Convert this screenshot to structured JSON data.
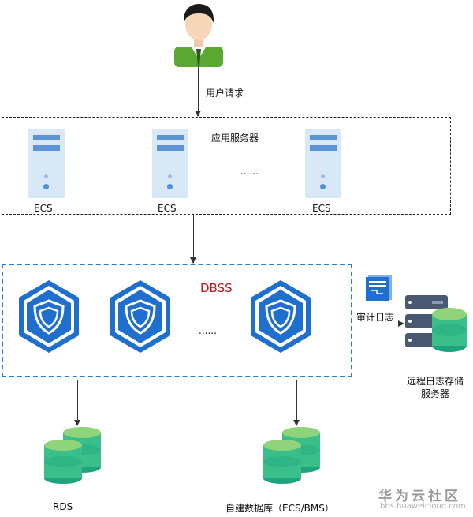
{
  "labels": {
    "user_request": "用户请求",
    "app_servers": "应用服务器",
    "ecs_1": "ECS",
    "ecs_2": "ECS",
    "ecs_3": "ECS",
    "ellipsis_servers": "......",
    "dbss": "DBSS",
    "ellipsis_dbss": "......",
    "audit_log": "审计日志",
    "remote_storage_line1": "远程日志存储",
    "remote_storage_line2": "服务器",
    "rds": "RDS",
    "self_built_db": "自建数据库（ECS/BMS）"
  },
  "watermark": {
    "title": "华为云社区",
    "url": "bbs.huaweicloud.com"
  },
  "colors": {
    "dbss_label": "#c0141e",
    "dbss_hex_outer": "#1f6fcf",
    "db_green_top": "#8fd47a",
    "db_green_mid": "#3bbf8a",
    "db_green_bottom": "#1ea37f",
    "server_light": "#d9e8f7",
    "server_bar": "#5b93d6"
  },
  "icons": {
    "user": "user-avatar-icon",
    "server": "ecs-server-icon",
    "shield": "dbss-shield-icon",
    "document": "audit-log-document-icon",
    "database": "database-stack-icon",
    "storage_server": "remote-storage-server-icon"
  }
}
